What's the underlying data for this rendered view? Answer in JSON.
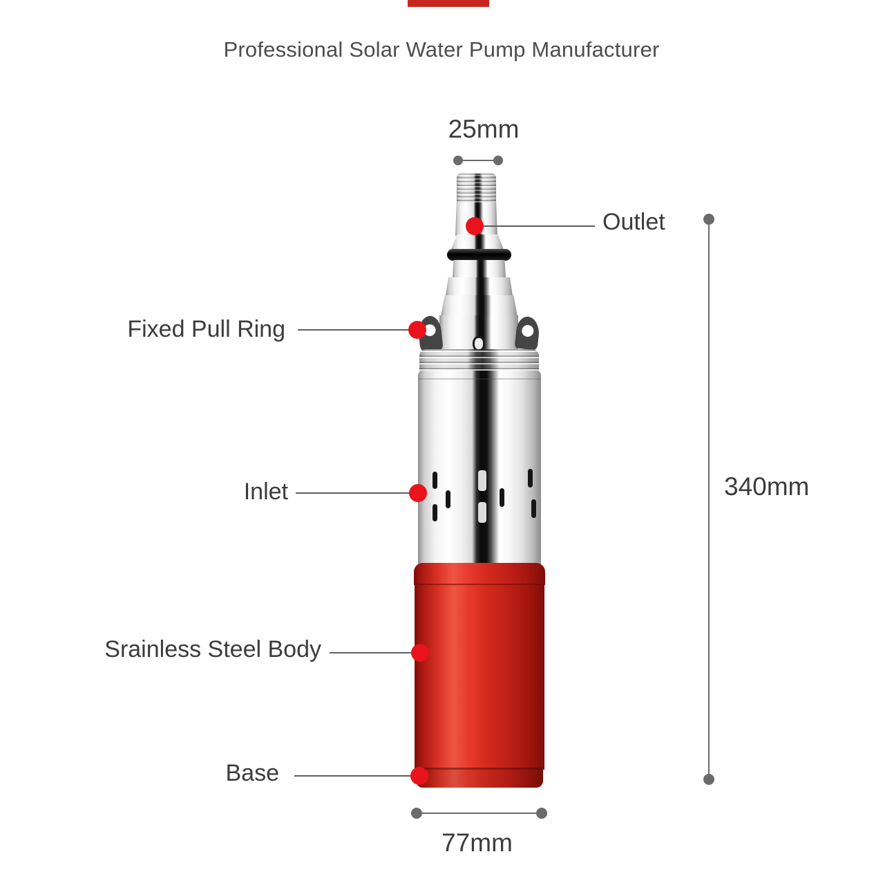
{
  "page": {
    "title": "Professional Solar Water Pump Manufacturer",
    "accent_color": "#c5271e",
    "background_color": "#ffffff"
  },
  "diagram": {
    "product": "red and stainless steel submersible solar water pump",
    "marker_color": "#e8131c",
    "line_color": "#5f5f5f",
    "callouts": {
      "outlet": "Outlet",
      "fixed_pull_ring": "Fixed Pull Ring",
      "inlet": "Inlet",
      "steel_body": "Srainless Steel Body",
      "base": "Base"
    },
    "dimensions": {
      "outlet_width": "25mm",
      "overall_height": "340mm",
      "base_width": "77mm"
    }
  }
}
